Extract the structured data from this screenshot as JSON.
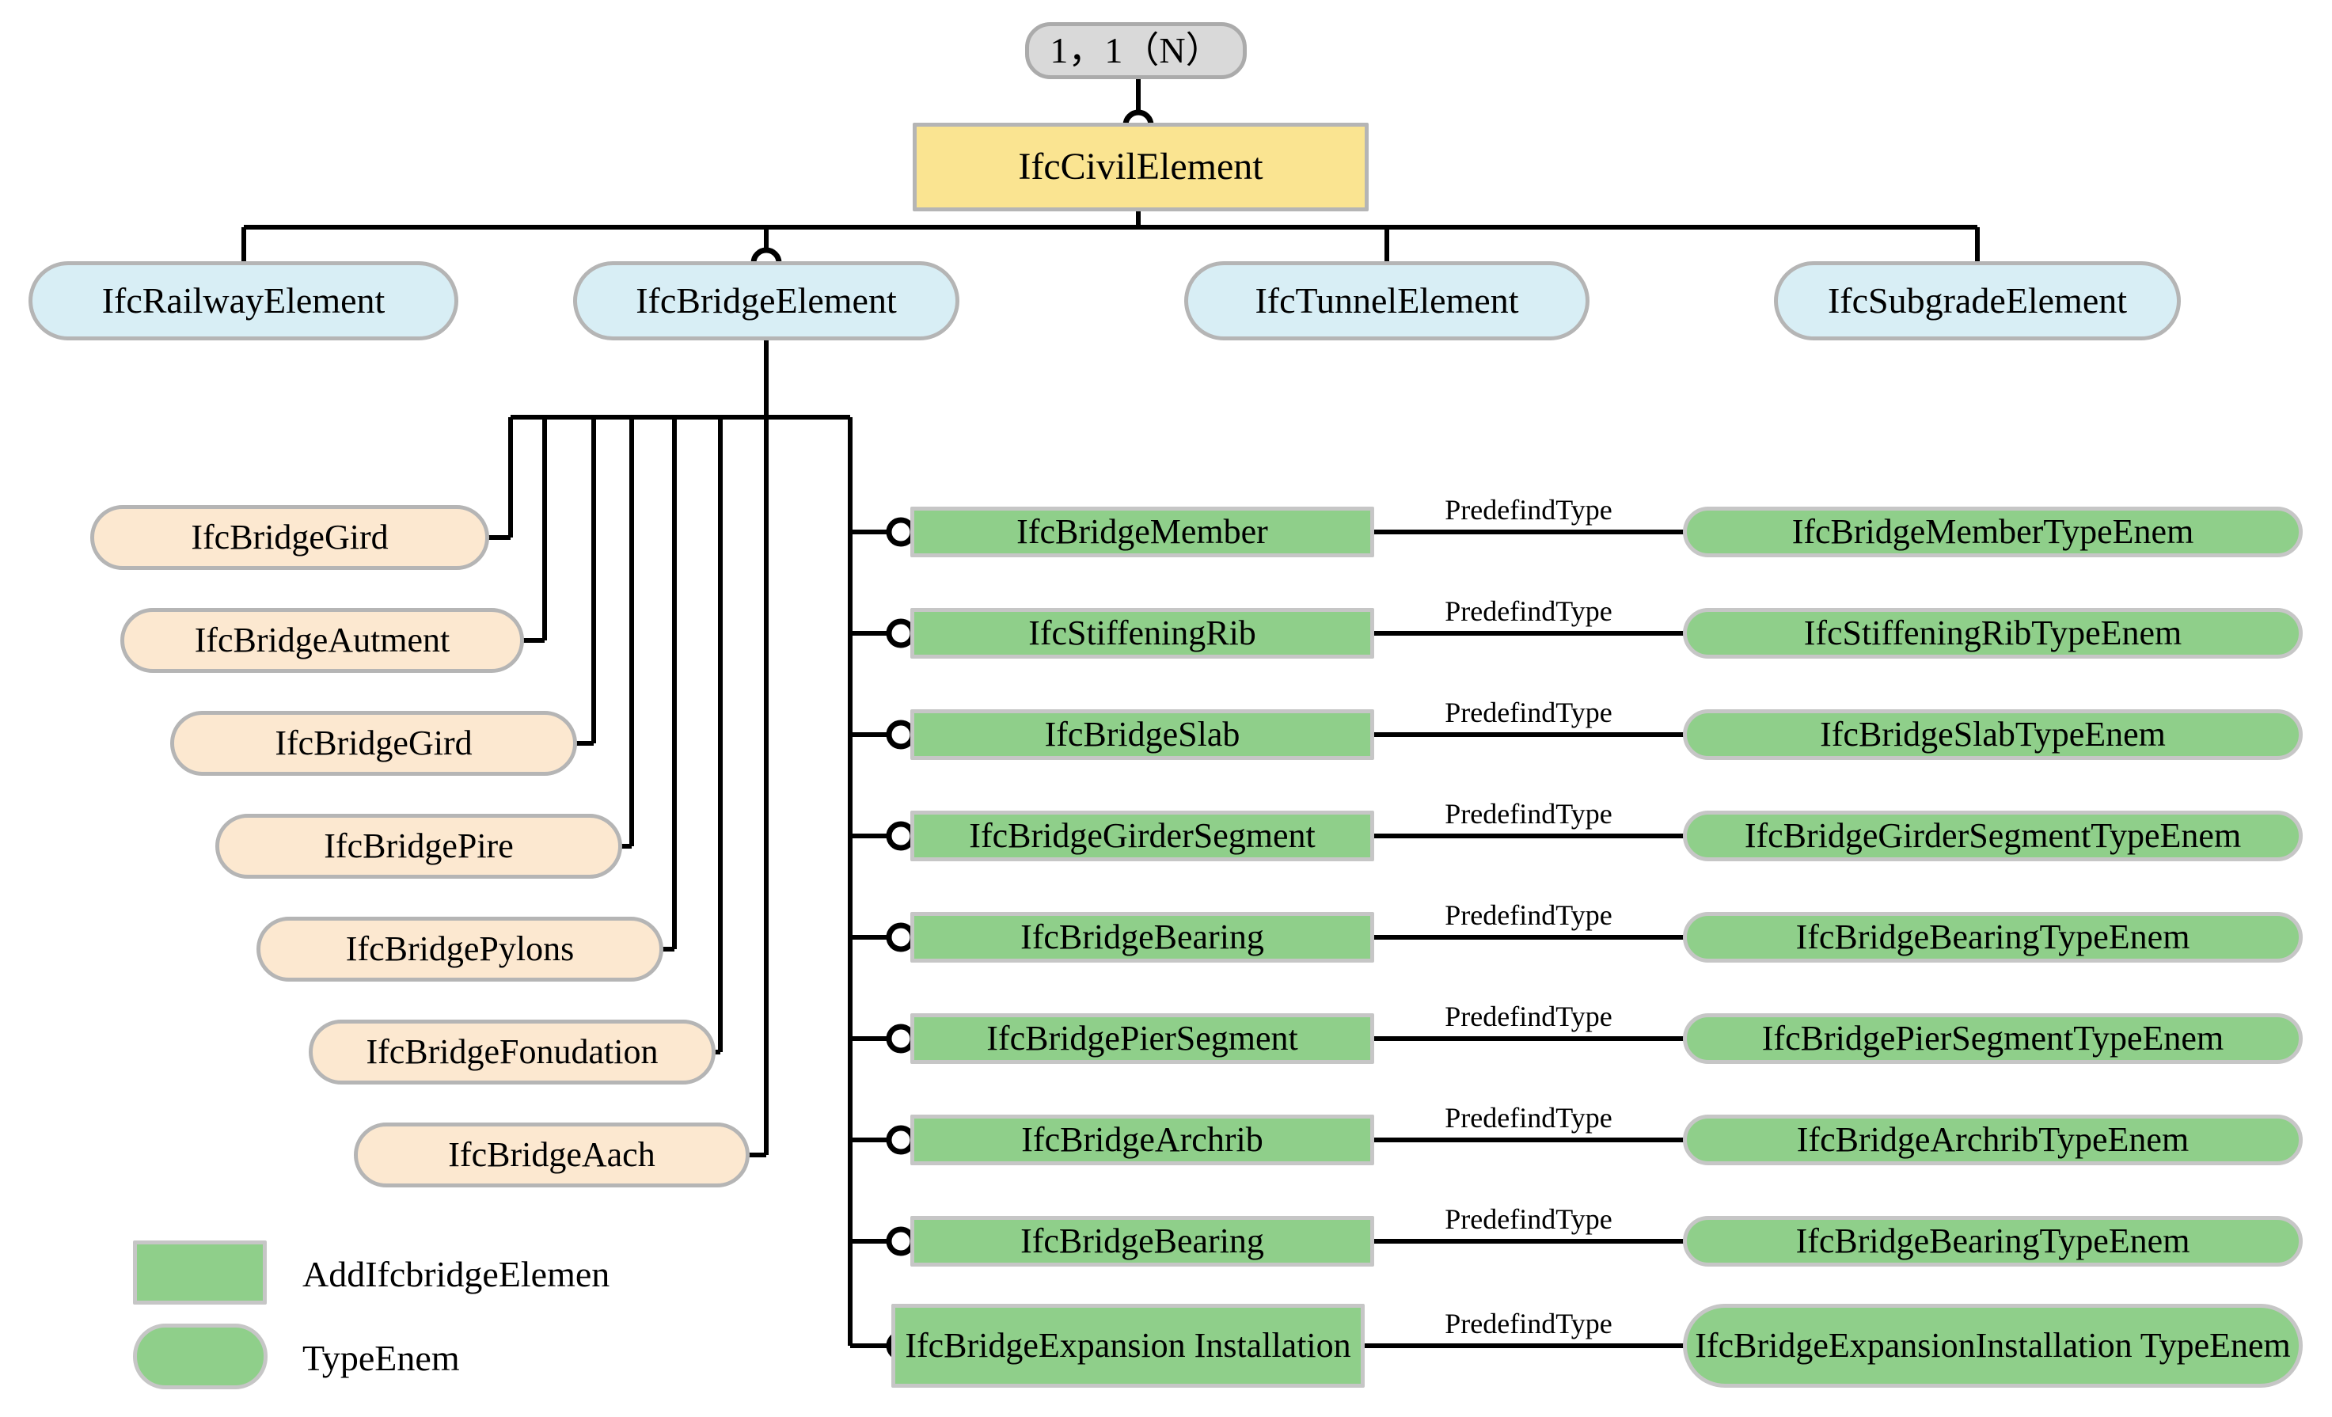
{
  "root_cardinality": {
    "label": "1，1（N）"
  },
  "root": {
    "label": "IfcCivilElement"
  },
  "level2": [
    {
      "label": "IfcRailwayElement"
    },
    {
      "label": "IfcBridgeElement"
    },
    {
      "label": "IfcTunnelElement"
    },
    {
      "label": "IfcSubgradeElement"
    }
  ],
  "bridge_parts": [
    {
      "label": "IfcBridgeGird"
    },
    {
      "label": "IfcBridgeAutment"
    },
    {
      "label": "IfcBridgeGird"
    },
    {
      "label": "IfcBridgePire"
    },
    {
      "label": "IfcBridgePylons"
    },
    {
      "label": "IfcBridgeFonudation"
    },
    {
      "label": "IfcBridgeAach"
    }
  ],
  "typed_rows": [
    {
      "element": "IfcBridgeMember",
      "relation": "PredefindType",
      "type_enum": "IfcBridgeMemberTypeEnem"
    },
    {
      "element": "IfcStiffeningRib",
      "relation": "PredefindType",
      "type_enum": "IfcStiffeningRibTypeEnem"
    },
    {
      "element": "IfcBridgeSlab",
      "relation": "PredefindType",
      "type_enum": "IfcBridgeSlabTypeEnem"
    },
    {
      "element": "IfcBridgeGirderSegment",
      "relation": "PredefindType",
      "type_enum": "IfcBridgeGirderSegmentTypeEnem"
    },
    {
      "element": "IfcBridgeBearing",
      "relation": "PredefindType",
      "type_enum": "IfcBridgeBearingTypeEnem"
    },
    {
      "element": "IfcBridgePierSegment",
      "relation": "PredefindType",
      "type_enum": "IfcBridgePierSegmentTypeEnem"
    },
    {
      "element": "IfcBridgeArchrib",
      "relation": "PredefindType",
      "type_enum": "IfcBridgeArchribTypeEnem"
    },
    {
      "element": "IfcBridgeBearing",
      "relation": "PredefindType",
      "type_enum": "IfcBridgeBearingTypeEnem"
    },
    {
      "element": "IfcBridgeExpansion Installation",
      "relation": "PredefindType",
      "type_enum": "IfcBridgeExpansionInstallation TypeEnem"
    }
  ],
  "legend": [
    {
      "shape": "rect",
      "label": "AddIfcbridgeElemen"
    },
    {
      "shape": "pill",
      "label": "TypeEnem"
    }
  ],
  "colors": {
    "cardinality_fill": "#D9D9D9",
    "root_fill": "#FAE491",
    "level2_fill": "#D8EEF5",
    "part_fill": "#FCE8D0",
    "typed_fill": "#8FCF8A",
    "node_border": "#B5B5B5",
    "line": "#000000"
  }
}
